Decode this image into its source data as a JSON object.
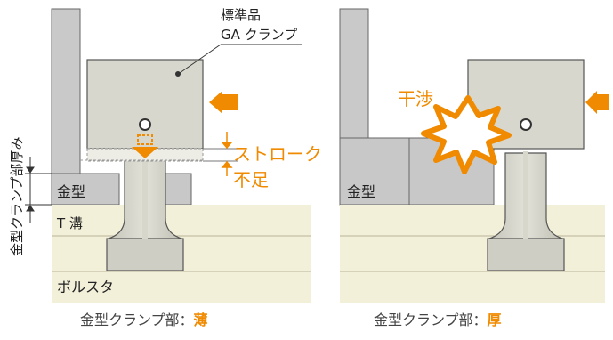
{
  "left_panel": {
    "product_label_line1": "標準品",
    "product_label_line2": "GA クランプ",
    "stroke_label_line1": "ストローク",
    "stroke_label_line2": "不足",
    "die_label": "金型",
    "tslot_label": "T 溝",
    "bolster_label": "ボルスタ",
    "thickness_label": "金型クランプ部厚み",
    "caption_prefix": "金型クランプ部：",
    "caption_emphasis": "薄"
  },
  "right_panel": {
    "interference_label": "干渉",
    "die_label": "金型",
    "caption_prefix": "金型クランプ部：",
    "caption_emphasis": "厚"
  },
  "colors": {
    "accent": "#f08a00",
    "body_gray": "#d8d7cd",
    "plate_gray": "#c9c9c9",
    "bolster": "#f3f0da",
    "outline": "#555555"
  }
}
